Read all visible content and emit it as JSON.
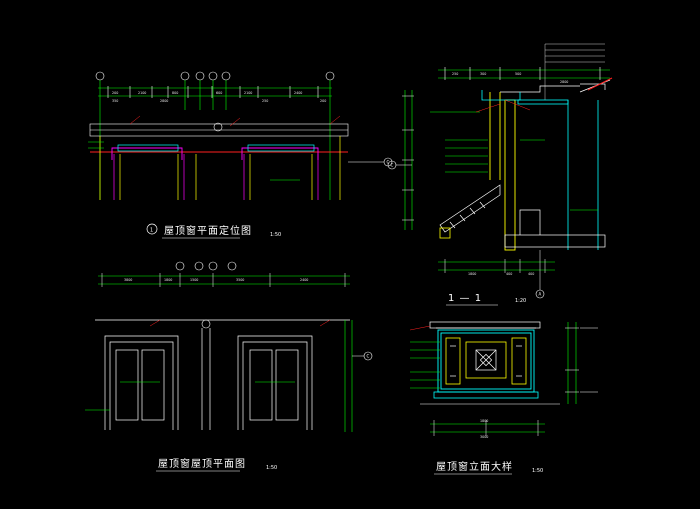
{
  "drawing": {
    "background": "#000000",
    "colors": {
      "dimension": "#ffffff",
      "wall": "#ffff00",
      "structure": "#00ffff",
      "accent": "#ff00ff",
      "leader": "#ff3030",
      "note": "#40ff40",
      "frame": "#ffffff"
    },
    "views": {
      "plan_location": {
        "title": "屋顶窗平面定位图",
        "scale": "1:50",
        "number": "1",
        "grid_labels": [
          "C"
        ],
        "dimensions_top": [
          "200",
          "2100",
          "800",
          "600",
          "2100",
          "2400",
          "350",
          "2800",
          "250",
          "200"
        ]
      },
      "section": {
        "title": "1 — 1",
        "scale": "1:20",
        "grid_labels": [
          "C",
          "A"
        ],
        "dimensions_top": [
          "250",
          "300",
          "500",
          "2800"
        ],
        "dimensions_bottom": [
          "1800",
          "400",
          "400"
        ]
      },
      "roof_plan": {
        "title": "屋顶窗屋顶平面图",
        "scale": "1:50",
        "grid_labels": [
          "C"
        ],
        "dimensions_top": [
          "3800",
          "1800",
          "1500",
          "3500",
          "2400"
        ]
      },
      "elevation_detail": {
        "title": "屋顶窗立面大样",
        "scale": "1:50",
        "dimensions_bottom": [
          "1800",
          "3000"
        ]
      }
    }
  }
}
